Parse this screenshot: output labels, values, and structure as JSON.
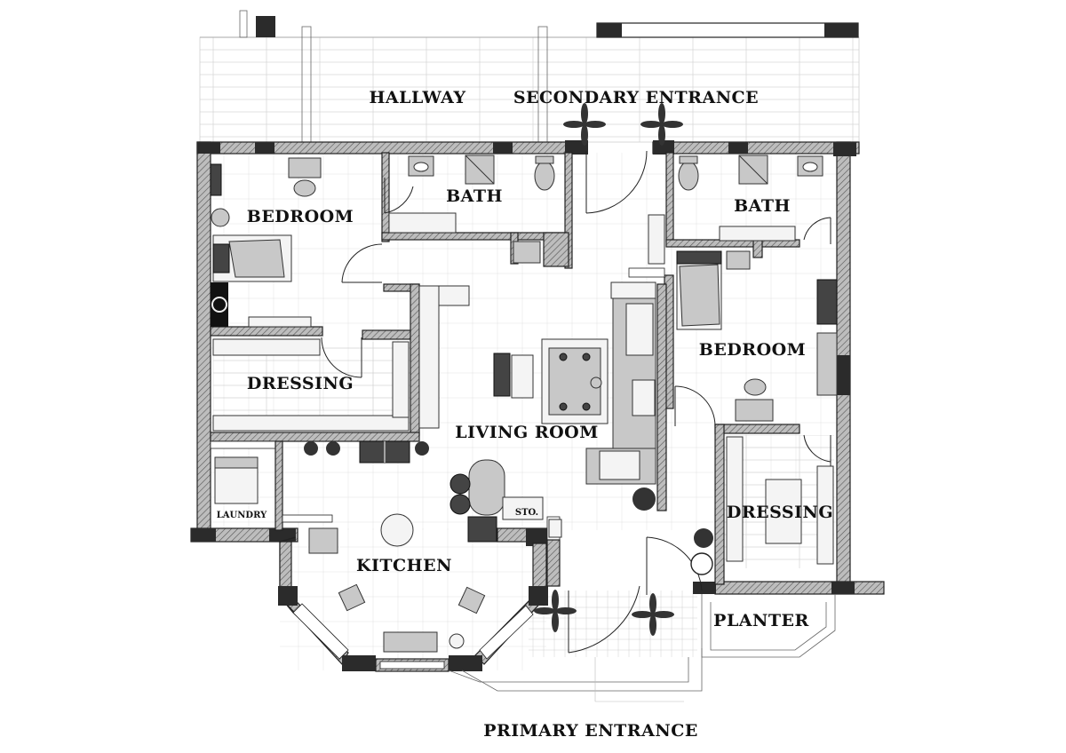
{
  "rooms": {
    "hallway": "HALLWAY",
    "secondary_entrance": "SECONDARY ENTRANCE",
    "bath_left": "BATH",
    "bath_right": "BATH",
    "bedroom_left": "BEDROOM",
    "bedroom_right": "BEDROOM",
    "dressing_left": "DRESSING",
    "dressing_right": "DRESSING",
    "living_room": "LIVING ROOM",
    "laundry": "LAUNDRY",
    "kitchen": "KITCHEN",
    "storage": "STO.",
    "planter": "PLANTER",
    "primary_entrance": "PRIMARY ENTRANCE"
  },
  "colors": {
    "wall_fill": "#9a9a9a",
    "pillar": "#2b2b2b",
    "line": "#222222",
    "background": "#ffffff"
  }
}
